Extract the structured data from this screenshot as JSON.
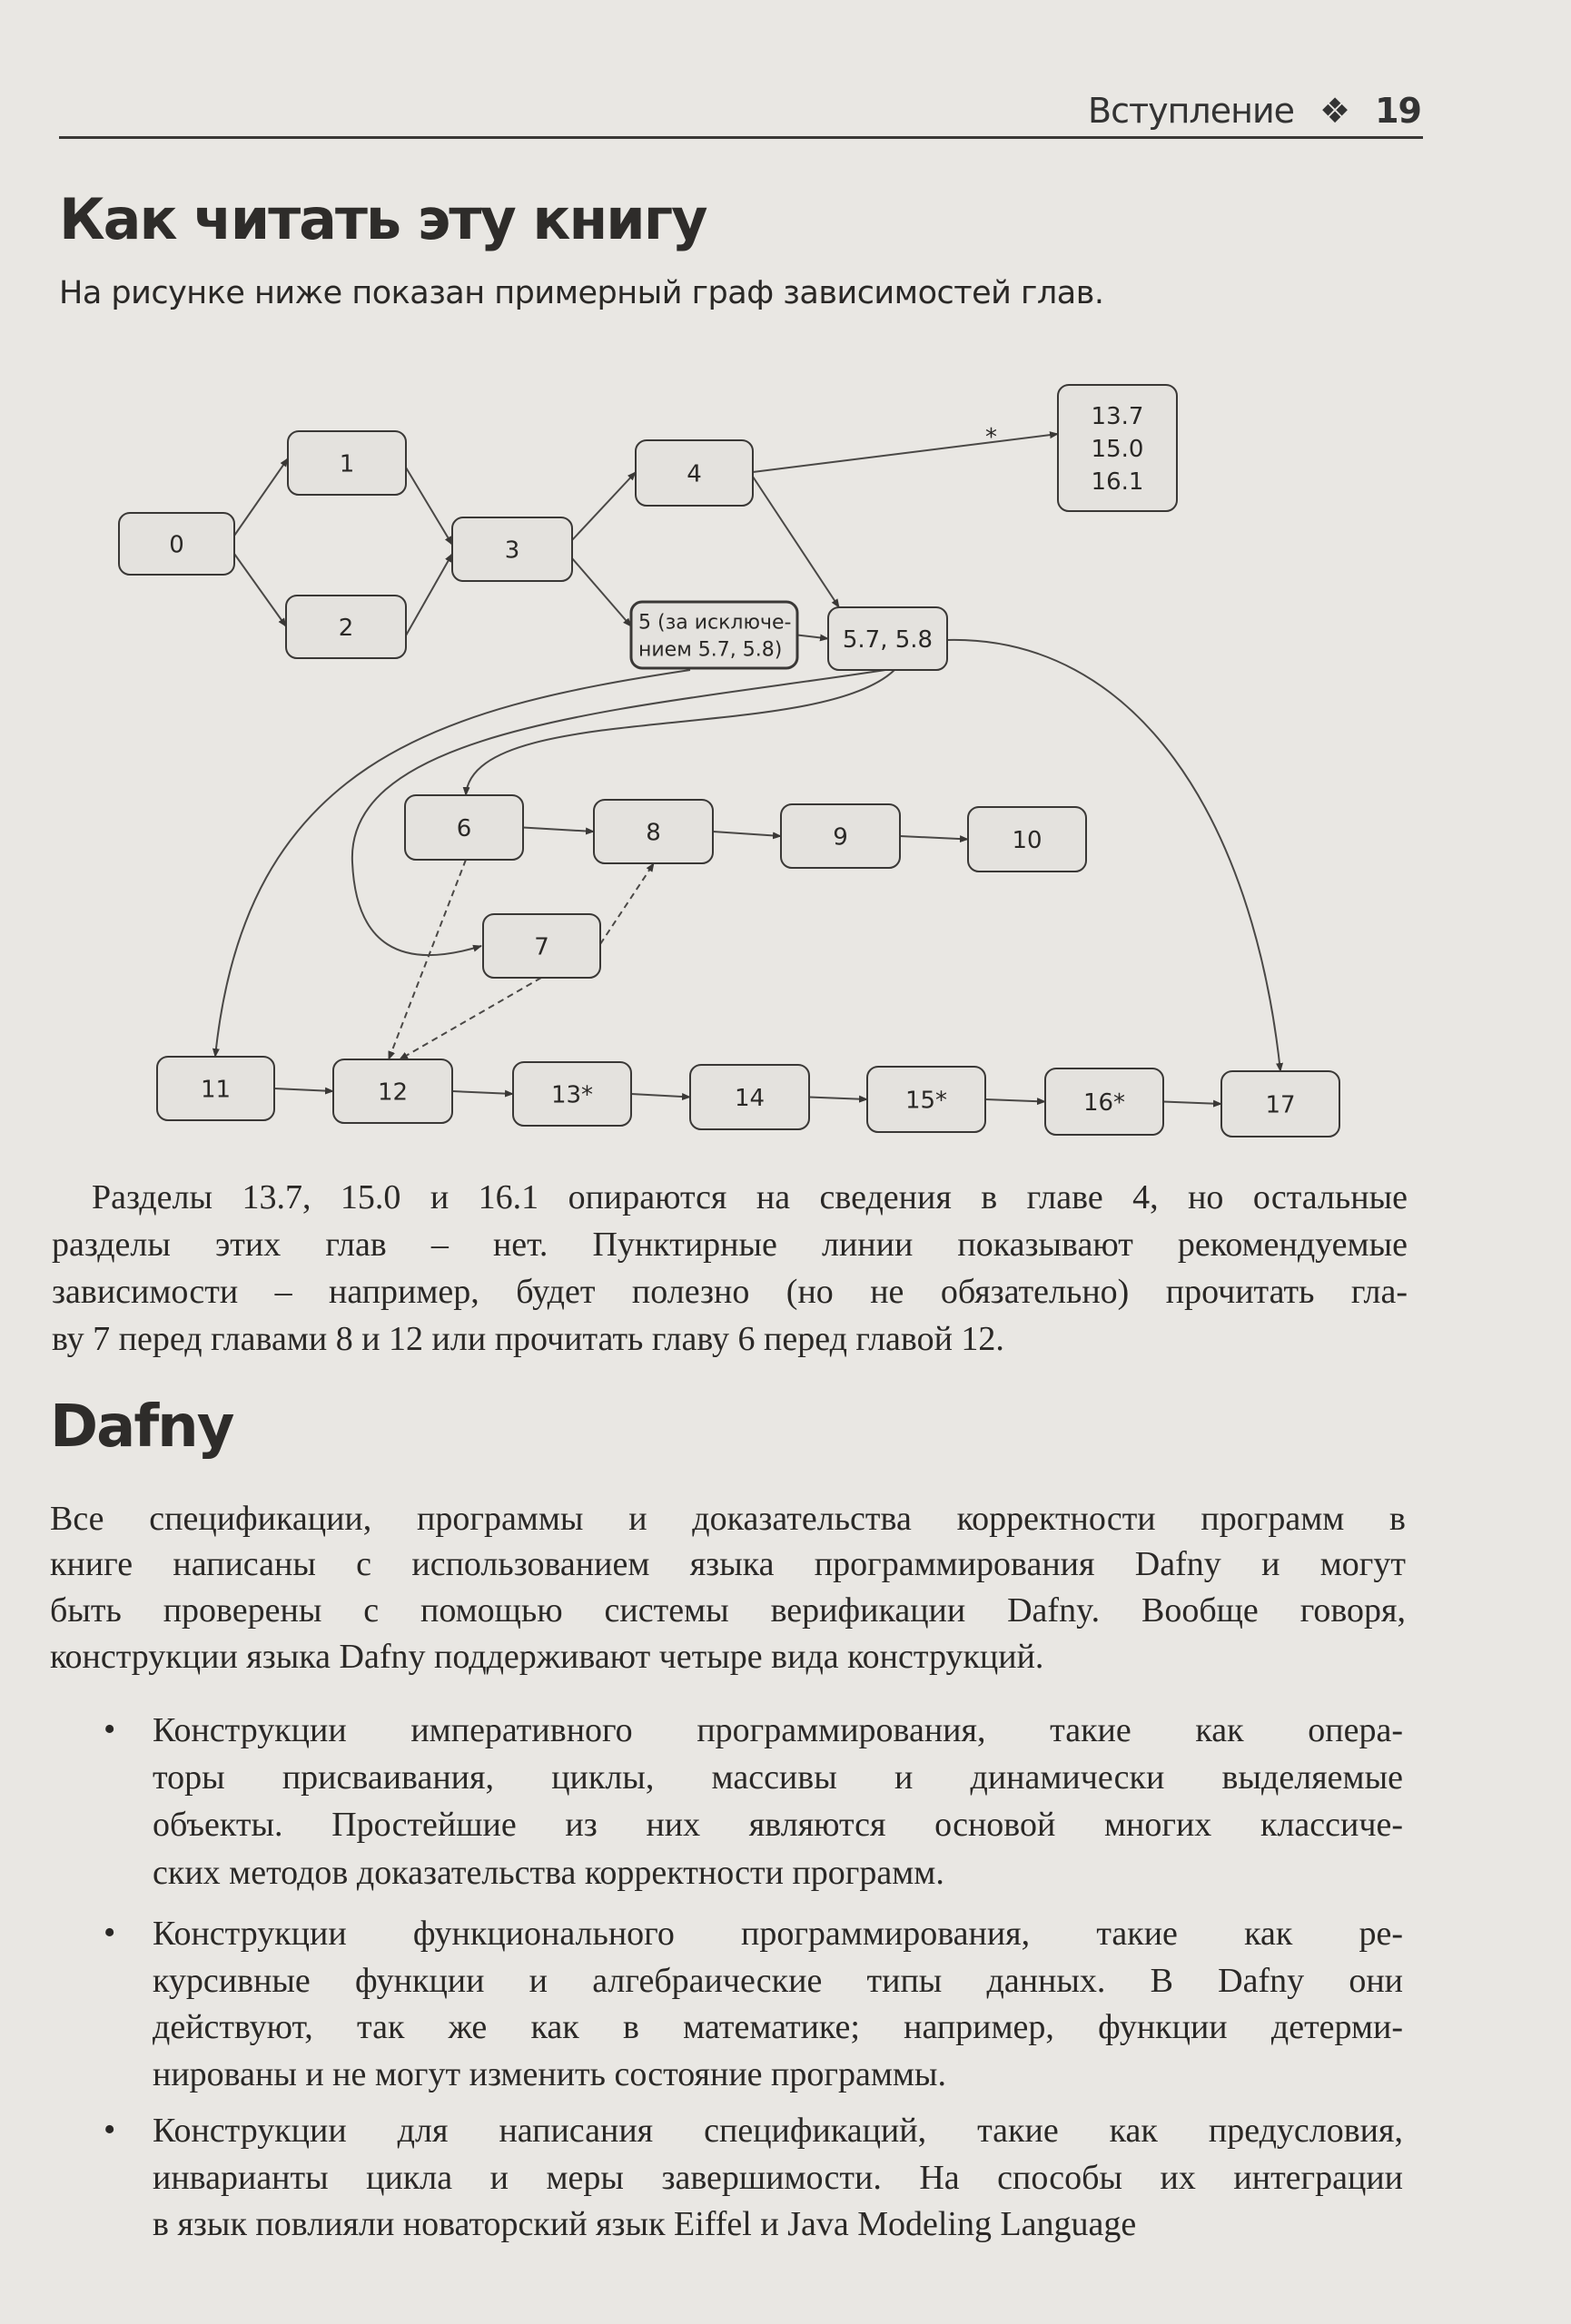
{
  "header": {
    "section": "Вступление",
    "ornament": "❖",
    "page_number": "19"
  },
  "section1": {
    "title": "Как читать эту книгу",
    "intro": "На рисунке ниже показан примерный граф зависимостей глав."
  },
  "diagram": {
    "nodes": [
      {
        "id": "0",
        "lines": [
          "0"
        ]
      },
      {
        "id": "1",
        "lines": [
          "1"
        ]
      },
      {
        "id": "2",
        "lines": [
          "2"
        ]
      },
      {
        "id": "3",
        "lines": [
          "3"
        ]
      },
      {
        "id": "4",
        "lines": [
          "4"
        ]
      },
      {
        "id": "5",
        "lines": [
          "5 (за исключе-",
          "нием 5.7, 5.8)"
        ]
      },
      {
        "id": "57",
        "lines": [
          "5.7, 5.8"
        ]
      },
      {
        "id": "137",
        "lines": [
          "13.7",
          "15.0",
          "16.1"
        ]
      },
      {
        "id": "6",
        "lines": [
          "6"
        ]
      },
      {
        "id": "7",
        "lines": [
          "7"
        ]
      },
      {
        "id": "8",
        "lines": [
          "8"
        ]
      },
      {
        "id": "9",
        "lines": [
          "9"
        ]
      },
      {
        "id": "10",
        "lines": [
          "10"
        ]
      },
      {
        "id": "11",
        "lines": [
          "11"
        ]
      },
      {
        "id": "12",
        "lines": [
          "12"
        ]
      },
      {
        "id": "13",
        "lines": [
          "13*"
        ]
      },
      {
        "id": "14",
        "lines": [
          "14"
        ]
      },
      {
        "id": "15",
        "lines": [
          "15*"
        ]
      },
      {
        "id": "16",
        "lines": [
          "16*"
        ]
      },
      {
        "id": "17",
        "lines": [
          "17"
        ]
      }
    ],
    "edges": [
      {
        "from": "0",
        "to": "1",
        "style": "solid"
      },
      {
        "from": "0",
        "to": "2",
        "style": "solid"
      },
      {
        "from": "1",
        "to": "3",
        "style": "solid"
      },
      {
        "from": "2",
        "to": "3",
        "style": "solid"
      },
      {
        "from": "3",
        "to": "4",
        "style": "solid"
      },
      {
        "from": "3",
        "to": "5",
        "style": "solid"
      },
      {
        "from": "4",
        "to": "137",
        "style": "solid",
        "label": "*"
      },
      {
        "from": "4",
        "to": "57",
        "style": "solid"
      },
      {
        "from": "5",
        "to": "57",
        "style": "solid"
      },
      {
        "from": "5",
        "to": "11",
        "style": "solid"
      },
      {
        "from": "57",
        "to": "6",
        "style": "solid"
      },
      {
        "from": "57",
        "to": "7",
        "style": "solid"
      },
      {
        "from": "57",
        "to": "17",
        "style": "solid"
      },
      {
        "from": "6",
        "to": "8",
        "style": "solid"
      },
      {
        "from": "8",
        "to": "9",
        "style": "solid"
      },
      {
        "from": "9",
        "to": "10",
        "style": "solid"
      },
      {
        "from": "6",
        "to": "12",
        "style": "dashed"
      },
      {
        "from": "7",
        "to": "8",
        "style": "dashed"
      },
      {
        "from": "7",
        "to": "12",
        "style": "dashed"
      },
      {
        "from": "11",
        "to": "12",
        "style": "solid"
      },
      {
        "from": "12",
        "to": "13",
        "style": "solid"
      },
      {
        "from": "13",
        "to": "14",
        "style": "solid"
      },
      {
        "from": "14",
        "to": "15",
        "style": "solid"
      },
      {
        "from": "15",
        "to": "16",
        "style": "solid"
      },
      {
        "from": "16",
        "to": "17",
        "style": "solid"
      }
    ]
  },
  "paragraph1": {
    "lines": [
      "Разделы 13.7, 15.0 и 16.1 опираются на сведения в главе 4, но остальные",
      "разделы этих глав – нет. Пунктирные линии показывают рекомендуемые",
      "зависимости – например, будет полезно (но не обязательно) прочитать гла-",
      "ву 7 перед главами 8 и 12 или прочитать главу 6 перед главой 12."
    ]
  },
  "section2": {
    "title": "Dafny",
    "paragraph": [
      "Все спецификации, программы и доказательства корректности программ в",
      "книге написаны с использованием языка программирования Dafny и могут",
      "быть проверены с помощью системы верификации Dafny. Вообще говоря,",
      "конструкции языка Dafny поддерживают четыре вида конструкций."
    ],
    "bullet_symbol": "•",
    "bullets": [
      {
        "lines": [
          "Конструкции императивного программирования, такие как опера-",
          "торы присваивания, циклы, массивы и динамически выделяемые",
          "объекты. Простейшие из них являются основой многих классиче-",
          "ских методов доказательства корректности программ."
        ]
      },
      {
        "lines": [
          "Конструкции функционального программирования, такие как ре-",
          "курсивные функции и алгебраические типы данных. В Dafny они",
          "действуют, так же как в математике; например, функции детерми-",
          "нированы и не могут изменить состояние программы."
        ]
      },
      {
        "lines": [
          "Конструкции для написания спецификаций, такие как предусловия,",
          "инварианты цикла и меры завершимости. На способы их интеграции",
          "в язык повлияли новаторский язык Eiffel и Java Modeling Language"
        ]
      }
    ]
  }
}
